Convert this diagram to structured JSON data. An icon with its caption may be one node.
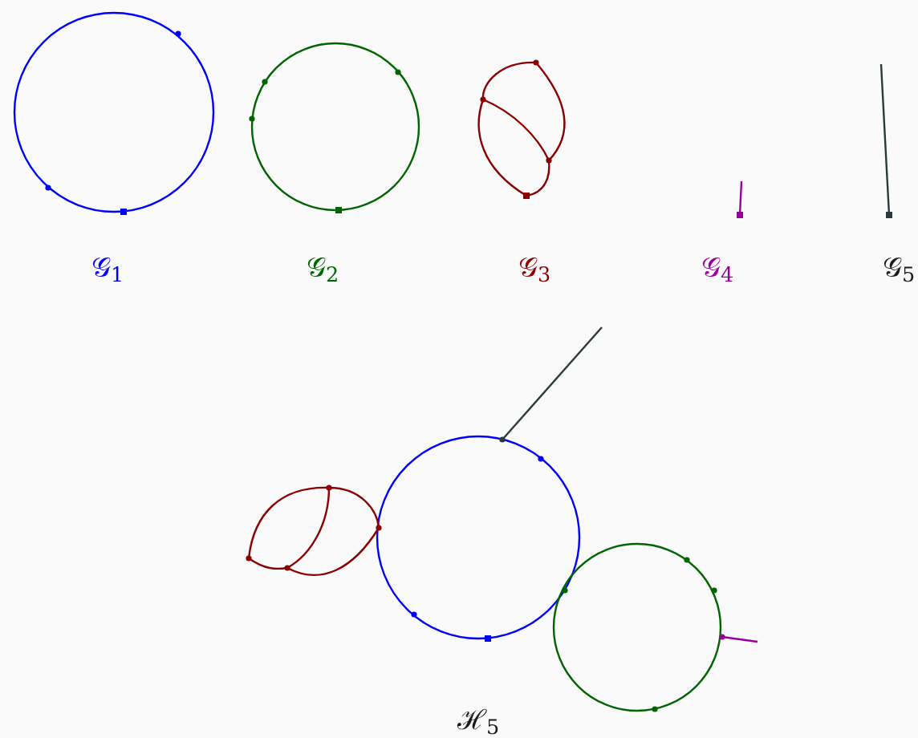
{
  "diagram": {
    "labels": [
      "𝒢$_{1}$",
      "𝒢$_{2}$",
      "𝒢$_{3}$",
      "𝒢$_{4}$",
      "𝒢$_{5}$",
      "ℋ$_{5}$"
    ]
  }
}
